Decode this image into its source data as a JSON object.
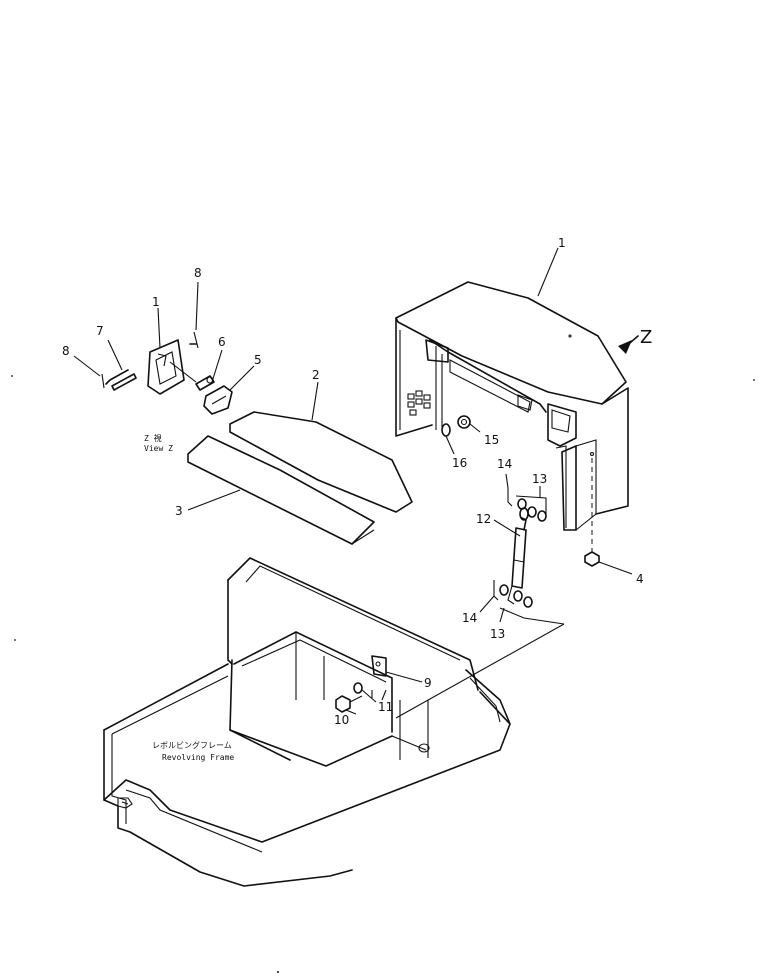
{
  "callouts": {
    "c1_main": "1",
    "c2": "2",
    "c3": "3",
    "c4": "4",
    "c5": "5",
    "c6": "6",
    "c7": "7",
    "c8_top": "8",
    "c8_left": "8",
    "c1_detail": "1",
    "c9": "9",
    "c10": "10",
    "c11": "11",
    "c12": "12",
    "c13_upper": "13",
    "c13_lower": "13",
    "c14_upper": "14",
    "c14_lower": "14",
    "c15": "15",
    "c16": "16"
  },
  "view_arrow_label": "Z",
  "view_caption": {
    "line1": "Z  視",
    "line2": "View Z"
  },
  "frame_label": {
    "jp": "レボルビングフレーム",
    "en": "Revolving Frame"
  }
}
